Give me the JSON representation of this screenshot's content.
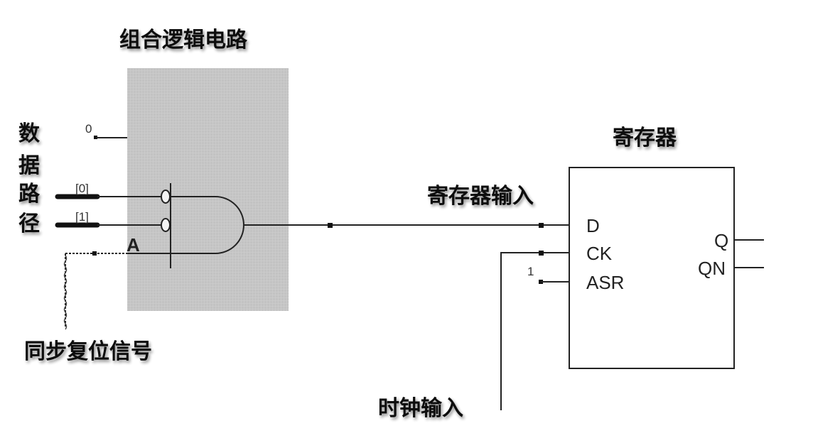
{
  "labels": {
    "combinational_logic": "组合逻辑电路",
    "register": "寄存器",
    "data_path_chars": [
      "数",
      "据",
      "路",
      "径"
    ],
    "sync_reset": "同步复位信号",
    "register_input": "寄存器输入",
    "clock_input": "时钟输入"
  },
  "gate": {
    "type": "AND",
    "input_labels": [
      "[0]",
      "[1]",
      "A"
    ],
    "constant_input": "0"
  },
  "register_block": {
    "inputs": [
      "D",
      "CK",
      "ASR"
    ],
    "outputs": [
      "Q",
      "QN"
    ],
    "asr_constant": "1"
  },
  "colors": {
    "logic_region_fill": "#c4c4c4",
    "wire": "#222222",
    "background": "#ffffff"
  }
}
